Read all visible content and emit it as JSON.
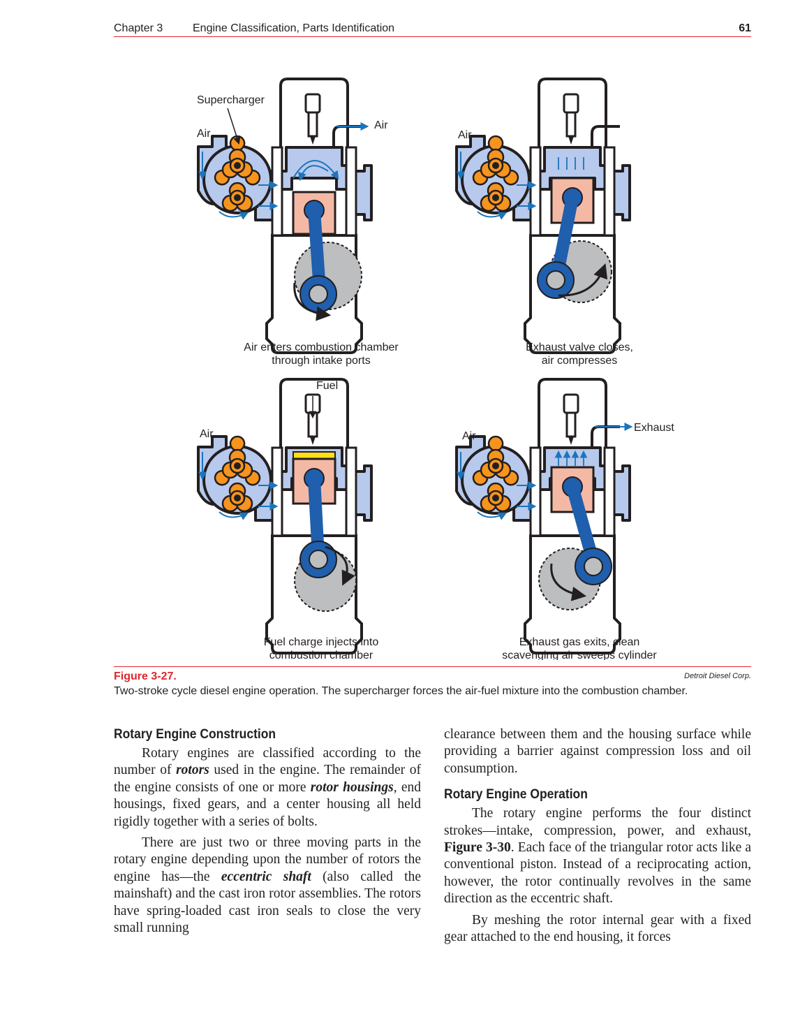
{
  "header": {
    "chapter": "Chapter 3",
    "title": "Engine Classification, Parts Identification",
    "page_number": "61"
  },
  "figure": {
    "panels": {
      "top_left": {
        "labels": [
          "Supercharger",
          "Air",
          "Air"
        ],
        "caption": [
          "Air enters combustion chamber",
          "through intake ports"
        ]
      },
      "top_right": {
        "labels": [
          "Air"
        ],
        "caption": [
          "Exhaust valve closes,",
          "air compresses"
        ]
      },
      "bottom_left": {
        "labels": [
          "Fuel",
          "Air"
        ],
        "caption": [
          "Fuel charge injects into",
          "combustion chamber"
        ]
      },
      "bottom_right": {
        "labels": [
          "Exhaust",
          "Air"
        ],
        "caption": [
          "Exhaust gas exits, clean",
          "scavenging air sweeps cylinder"
        ]
      }
    },
    "number": "Figure 3-27.",
    "credit": "Detroit Diesel Corp.",
    "caption": "Two-stroke cycle diesel engine operation. The supercharger forces the air-fuel mixture into the combustion chamber.",
    "colors": {
      "air": "#b7c9ec",
      "rotor": "#f7941d",
      "piston": "#f4b9a5",
      "rod": "#1f5fad",
      "crank": "#bcbec0",
      "flow": "#1b75bc",
      "rule": "#e0262c"
    }
  },
  "body": {
    "left": {
      "heading": "Rotary Engine Construction",
      "p1": [
        "Rotary engines are classified according to the number of ",
        "rotors",
        " used in the engine. The remainder of the engine consists of one or more ",
        "rotor housings",
        ", end housings, fixed gears, and a center housing all held rigidly together with a series of bolts."
      ],
      "p2": [
        "There are just two or three moving parts in the rotary engine depending upon the number of rotors the engine has—the ",
        "eccentric shaft",
        " (also called the mainshaft) and the cast iron rotor assemblies. The rotors have spring-loaded cast iron seals to close the very small running"
      ]
    },
    "right": {
      "p0": "clearance between them and the housing surface while providing a barrier against compression loss and oil consumption.",
      "heading": "Rotary Engine Operation",
      "p1": [
        "The rotary engine performs the four distinct strokes––intake, compression, power, and exhaust, ",
        "Figure 3-30",
        ". Each face of the triangular rotor acts like a conventional piston. Instead of a reciprocating action, however, the rotor continually revolves in the same direction as the eccentric shaft."
      ],
      "p2": "By meshing the rotor internal gear with a fixed gear attached to the end housing, it forces"
    }
  }
}
